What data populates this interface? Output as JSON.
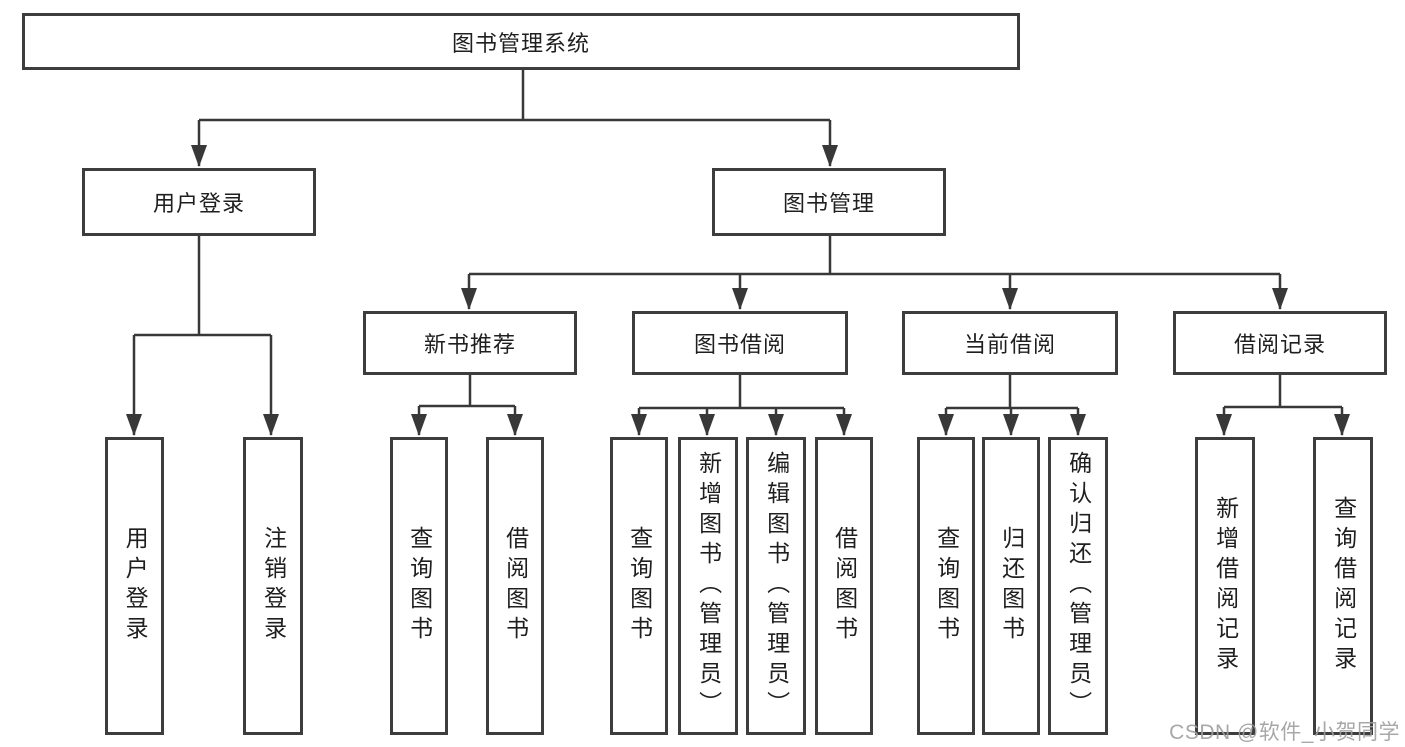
{
  "diagram": {
    "title": "图书管理系统",
    "root": {
      "label": "图书管理系统"
    },
    "branches": [
      {
        "label": "用户登录",
        "children": [
          {
            "label": "用户登录"
          },
          {
            "label": "注销登录"
          }
        ]
      },
      {
        "label": "图书管理",
        "children": [
          {
            "label": "新书推荐",
            "children": [
              {
                "label": "查询图书"
              },
              {
                "label": "借阅图书"
              }
            ]
          },
          {
            "label": "图书借阅",
            "children": [
              {
                "label": "查询图书"
              },
              {
                "label": "新增图书（管理员）"
              },
              {
                "label": "编辑图书（管理员）"
              },
              {
                "label": "借阅图书"
              }
            ]
          },
          {
            "label": "当前借阅",
            "children": [
              {
                "label": "查询图书"
              },
              {
                "label": "归还图书"
              },
              {
                "label": "确认归还（管理员）"
              }
            ]
          },
          {
            "label": "借阅记录",
            "children": [
              {
                "label": "新增借阅记录"
              },
              {
                "label": "查询借阅记录"
              }
            ]
          }
        ]
      }
    ]
  },
  "watermark": {
    "text": "CSDN @软件_小贺同学"
  },
  "colors": {
    "background": "#ffffff",
    "box_border": "#3d3d3d",
    "connector_line": "#383838",
    "text": "#1f1f1f",
    "watermark_text": "#9e9e9e"
  }
}
